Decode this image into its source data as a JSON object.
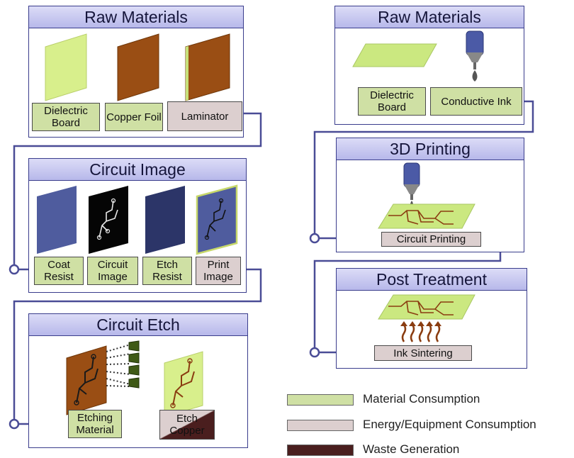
{
  "left": {
    "raw_materials": {
      "title": "Raw Materials",
      "boxes": [
        "Dielectric Board",
        "Copper Foil",
        "Laminator"
      ]
    },
    "circuit_image": {
      "title": "Circuit Image",
      "boxes": [
        "Coat Resist",
        "Circuit Image",
        "Etch Resist",
        "Print Image"
      ]
    },
    "circuit_etch": {
      "title": "Circuit Etch",
      "boxes": [
        "Etching Material",
        "Etch Copper"
      ]
    }
  },
  "right": {
    "raw_materials": {
      "title": "Raw Materials",
      "boxes": [
        "Dielectric Board",
        "Conductive Ink"
      ]
    },
    "printing": {
      "title": "3D Printing",
      "boxes": [
        "Circuit Printing"
      ]
    },
    "post_treatment": {
      "title": "Post Treatment",
      "boxes": [
        "Ink Sintering"
      ]
    }
  },
  "legend": [
    {
      "label": "Material Consumption",
      "color": "#cfe0a4"
    },
    {
      "label": "Energy/Equipment Consumption",
      "color": "#dccfcf"
    },
    {
      "label": "Waste Generation",
      "color": "#4a1e1e"
    }
  ],
  "colors": {
    "panel_border": "#3a3d8c",
    "connector": "#4a4c96",
    "material": "#cfe0a4",
    "energy": "#dccfcf",
    "waste": "#4a1e1e",
    "copper": "#9a4e14",
    "resist": "#4f5c9e"
  }
}
